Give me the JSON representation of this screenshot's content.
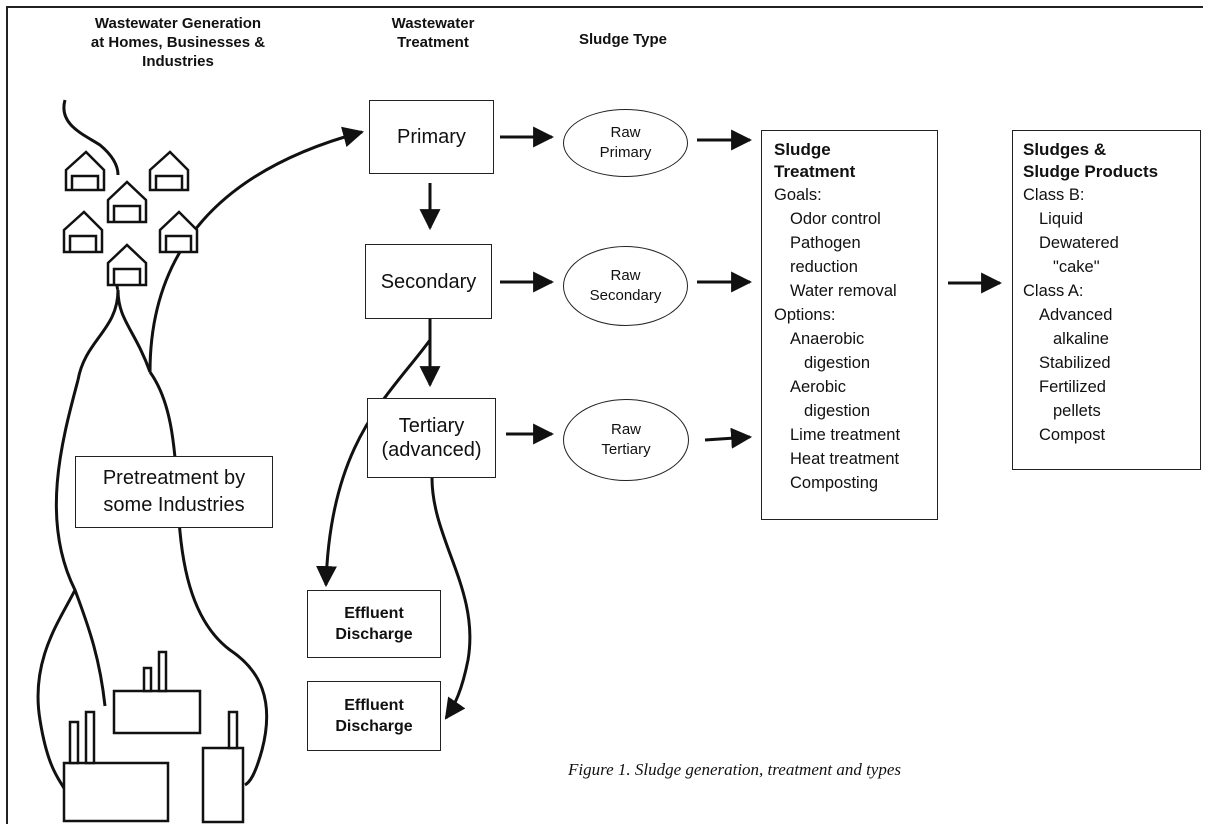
{
  "headers": {
    "generation": "Wastewater Generation\nat Homes, Businesses &\nIndustries",
    "treatment": "Wastewater\nTreatment",
    "sludge_type": "Sludge Type"
  },
  "stages": {
    "primary": "Primary",
    "secondary": "Secondary",
    "tertiary_line1": "Tertiary",
    "tertiary_line2": "(advanced)"
  },
  "sludge_types": {
    "raw_primary": [
      "Raw",
      "Primary"
    ],
    "raw_secondary": [
      "Raw",
      "Secondary"
    ],
    "raw_tertiary": [
      "Raw",
      "Tertiary"
    ]
  },
  "effluent": {
    "line1": "Effluent",
    "line2": "Discharge"
  },
  "pretreatment": [
    "Pretreatment by",
    "some Industries"
  ],
  "sludge_treatment": {
    "title_1": "Sludge",
    "title_2": "Treatment",
    "goals_label": "Goals:",
    "goals": [
      "Odor control",
      "Pathogen",
      "reduction",
      "Water removal"
    ],
    "options_label": "Options:",
    "options": [
      "Anaerobic",
      "digestion",
      "Aerobic",
      "digestion",
      "Lime treatment",
      "Heat treatment",
      "Composting"
    ]
  },
  "products": {
    "title_1": "Sludges &",
    "title_2": "Sludge Products",
    "class_b_label": "Class B:",
    "class_b": [
      "Liquid",
      "Dewatered",
      "\"cake\""
    ],
    "class_a_label": "Class A:",
    "class_a": [
      "Advanced",
      "alkaline",
      "Stabilized",
      "Fertilized",
      "pellets",
      "Compost"
    ]
  },
  "caption": "Figure 1. Sludge generation, treatment and types"
}
